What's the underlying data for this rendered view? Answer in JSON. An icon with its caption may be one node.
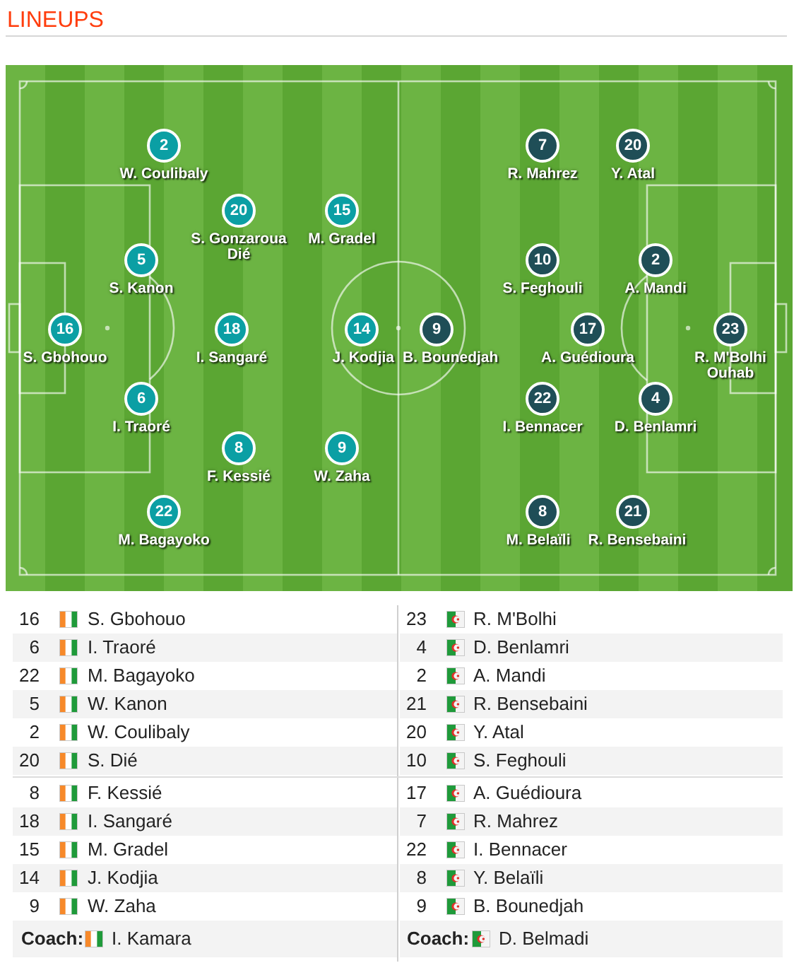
{
  "diagram": {
    "title": "LINEUPS",
    "nodes": [
      {
        "text": [
          "16"
        ],
        "beside": [
          "S. Gbohouo"
        ]
      },
      {
        "text": [
          "6"
        ],
        "beside": [
          "I. Traoré"
        ]
      },
      {
        "text": [
          "22"
        ],
        "beside": [
          "M. Bagayoko"
        ]
      },
      {
        "text": [
          "5"
        ],
        "beside": [
          "S. Kanon"
        ]
      },
      {
        "text": [
          "2"
        ],
        "beside": [
          "W. Coulibaly"
        ]
      },
      {
        "text": [
          "20"
        ],
        "beside": [
          "S. Gonzaroua Dié"
        ]
      },
      {
        "text": [
          "8"
        ],
        "beside": [
          "F. Kessié"
        ]
      },
      {
        "text": [
          "18"
        ],
        "beside": [
          "I. Sangaré"
        ]
      },
      {
        "text": [
          "15"
        ],
        "beside": [
          "M. Gradel"
        ]
      },
      {
        "text": [
          "14"
        ],
        "beside": [
          "J. Kodjia"
        ]
      },
      {
        "text": [
          "9"
        ],
        "beside": [
          "W. Zaha"
        ]
      },
      {
        "text": [
          "23"
        ],
        "beside": [
          "R. M'Bolhi Ouhab"
        ]
      },
      {
        "text": [
          "4"
        ],
        "beside": [
          "D. Benlamri"
        ]
      },
      {
        "text": [
          "2"
        ],
        "beside": [
          "A. Mandi"
        ]
      },
      {
        "text": [
          "21"
        ],
        "beside": [
          "R. Bensebaini"
        ]
      },
      {
        "text": [
          "20"
        ],
        "beside": [
          "Y. Atal"
        ]
      },
      {
        "text": [
          "10"
        ],
        "beside": [
          "S. Feghouli"
        ]
      },
      {
        "text": [
          "17"
        ],
        "beside": [
          "A. Guédioura"
        ]
      },
      {
        "text": [
          "7"
        ],
        "beside": [
          "R. Mahrez"
        ]
      },
      {
        "text": [
          "22"
        ],
        "beside": [
          "I. Bennacer"
        ]
      },
      {
        "text": [
          "8"
        ],
        "beside": [
          "M. Belaïli"
        ]
      },
      {
        "text": [
          "9"
        ],
        "beside": [
          "B. Bounedjah"
        ]
      }
    ],
    "labels": [
      "16",
      "S. Gbohouo",
      "23",
      "R. M'Bolhi",
      "6",
      "I. Traoré",
      "4",
      "D. Benlamri",
      "22",
      "M. Bagayoko",
      "2",
      "A. Mandi",
      "5",
      "W. Kanon",
      "21",
      "R. Bensebaini",
      "2",
      "W. Coulibaly",
      "20",
      "Y. Atal",
      "20",
      "S. Dié",
      "10",
      "S. Feghouli",
      "8",
      "F. Kessié",
      "17",
      "A. Guédioura",
      "18",
      "I. Sangaré",
      "7",
      "R. Mahrez",
      "15",
      "M. Gradel",
      "22",
      "I. Bennacer",
      "14",
      "J. Kodjia",
      "8",
      "Y. Belaïli",
      "9",
      "W. Zaha",
      "9",
      "B. Bounedjah",
      "Coach:",
      "I. Kamara",
      "Coach:",
      "D. Belmadi"
    ]
  }
}
